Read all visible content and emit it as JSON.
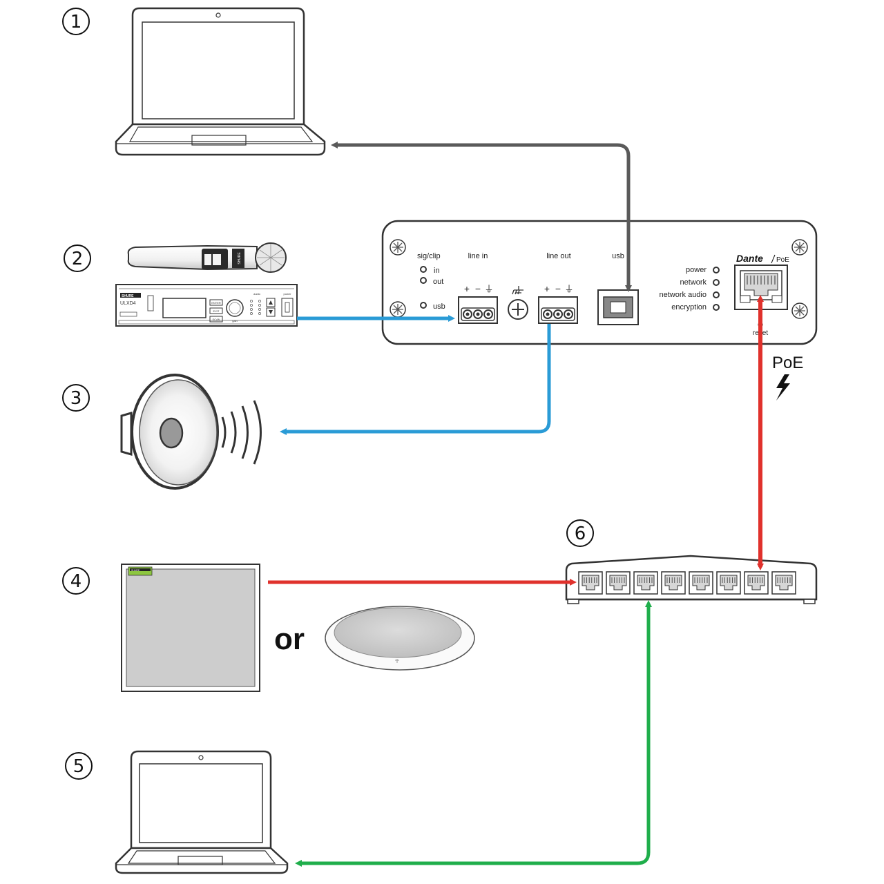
{
  "callouts": [
    "1",
    "2",
    "3",
    "4",
    "5",
    "6"
  ],
  "interface_panel": {
    "sig_clip": "sig/clip",
    "in": "in",
    "out": "out",
    "usb_led": "usb",
    "line_in": "line in",
    "line_out": "line out",
    "usb_port": "usb",
    "polarity": [
      "+",
      "−",
      "⏚"
    ],
    "status_leds": [
      "power",
      "network",
      "network audio",
      "encryption"
    ],
    "brand": "Dante",
    "poe_tag": "PoE",
    "reset": "reset"
  },
  "receiver": {
    "brand": "SHURE",
    "model": "ULXD4",
    "buttons": [
      "ENTER",
      "EXIT",
      "SCAN"
    ],
    "gain_label": "gain",
    "audio_label": "audio",
    "power_label": "power"
  },
  "mic_brand": "SHURE",
  "ceiling_mic_brand": "SHURE",
  "or_label": "or",
  "poe_label": "PoE",
  "colors": {
    "usb_link": "#5a5a5a",
    "analog_audio": "#2a9bd6",
    "poe_link": "#e0312c",
    "network_link": "#1fae4b",
    "outline": "#333333"
  },
  "icons": [
    "laptop-icon",
    "microphone-icon",
    "receiver-icon",
    "speaker-icon",
    "ceiling-mic-icon",
    "table-mic-icon",
    "network-switch-icon",
    "lightning-icon"
  ]
}
